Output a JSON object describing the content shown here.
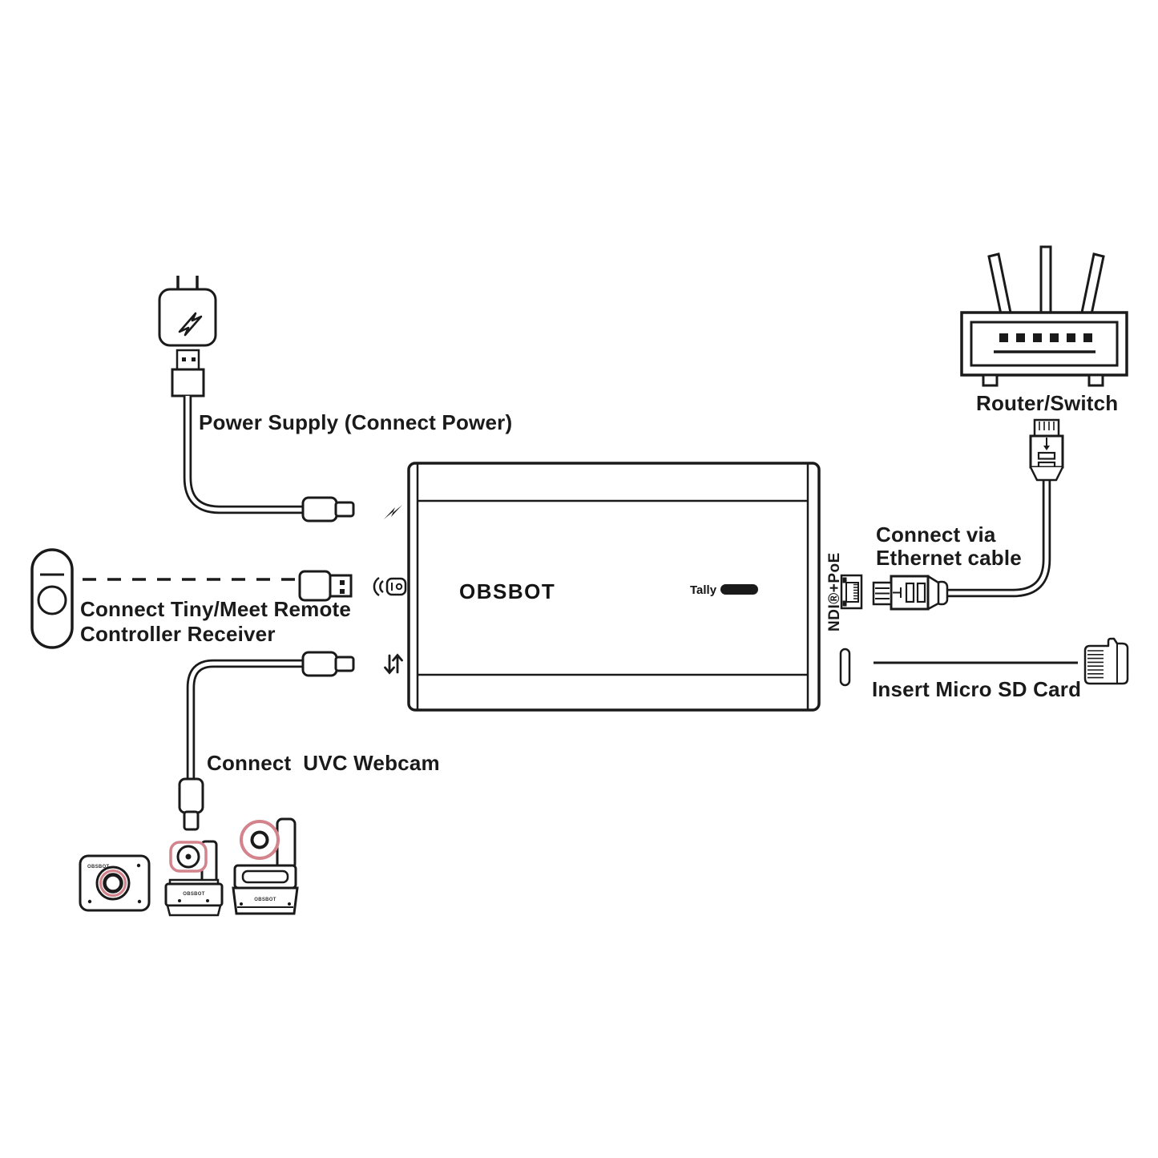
{
  "diagram": {
    "device": {
      "brand": "OBSBOT",
      "tally": "Tally",
      "ndi_port": "NDI®+PoE"
    },
    "labels": {
      "power_supply": "Power Supply (Connect Power)",
      "remote_line1": "Connect Tiny/Meet Remote",
      "remote_line2": "Controller Receiver",
      "uvc_webcam": "Connect  UVC Webcam",
      "router": "Router/Switch",
      "ethernet_line1": "Connect via",
      "ethernet_line2": "Ethernet cable",
      "micro_sd": "Insert Micro SD Card"
    },
    "cameras": {
      "brand": "OBSBOT"
    },
    "colors": {
      "outline": "#1a1a1a",
      "camera_accent": "#d2838b",
      "tally_led": "#141414",
      "background": "#ffffff"
    },
    "icons": {
      "power-adapter-icon": "svg-shape",
      "lightning-icon": "svg-shape",
      "usb-a-connector-icon": "svg-shape",
      "usb-c-connector-icon": "svg-shape",
      "remote-controller-icon": "svg-shape",
      "usb-dongle-icon": "svg-shape",
      "remote-receiver-port-icon": "svg-shape",
      "data-transfer-icon": "svg-shape",
      "ndi-ethernet-port-icon": "svg-shape",
      "ethernet-plug-icon": "svg-shape",
      "router-icon": "svg-shape",
      "rj45-connector-icon": "svg-shape",
      "micro-sd-slot-icon": "svg-shape",
      "micro-sd-card-icon": "svg-shape",
      "meet-webcam-icon": "svg-shape",
      "tiny-ptz-camera-icon": "svg-shape",
      "tiny4k-ptz-camera-icon": "svg-shape"
    }
  }
}
